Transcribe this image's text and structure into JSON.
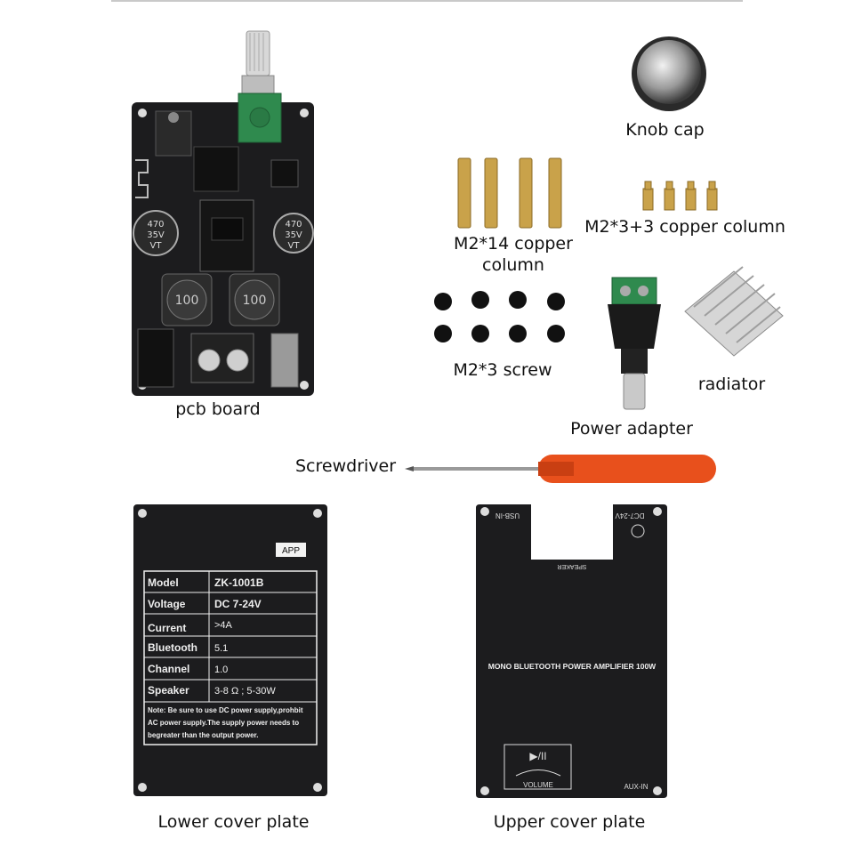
{
  "labels": {
    "pcb_board": "pcb board",
    "knob_cap": "Knob cap",
    "m2x14_line1": "M2*14 copper",
    "m2x14_line2": "column",
    "m2x3_copper": "M2*3+3 copper column",
    "m2x3_screw": "M2*3 screw",
    "radiator": "radiator",
    "power_adapter": "Power adapter",
    "screwdriver": "Screwdriver",
    "lower_cover": "Lower cover plate",
    "upper_cover": "Upper cover plate"
  },
  "pcb": {
    "cap_left": [
      "470",
      "35V",
      "VT"
    ],
    "cap_right": [
      "470",
      "35V",
      "VT"
    ],
    "inductor_left": "100",
    "inductor_right": "100"
  },
  "lower_plate": {
    "app_tag": "APP",
    "rows": [
      {
        "key": "Model",
        "value": "ZK-1001B"
      },
      {
        "key": "Voltage",
        "value": "DC 7-24V"
      },
      {
        "key": "Current",
        "value": ">4A"
      },
      {
        "key": "Bluetooth",
        "value": "5.1"
      },
      {
        "key": "Channel",
        "value": "1.0"
      },
      {
        "key": "Speaker",
        "value": "3-8 Ω ; 5-30W"
      }
    ],
    "note_line1": "Note: Be sure to use DC power supply,prohbit",
    "note_line2": "AC power supply.The supply power needs to",
    "note_line3": "begreater than the output power."
  },
  "upper_plate": {
    "usb_in": "USB-IN",
    "dc": "DC7-24V",
    "speaker": "SPEAKER",
    "title": "MONO BLUETOOTH POWER AMPLIFIER 100W",
    "volume": "VOLUME",
    "aux_in": "AUX-IN",
    "play_pause": "▶/II"
  },
  "colors": {
    "board": "#1c1c1e",
    "brass": "#c9a24a",
    "orange": "#e8501c",
    "green_terminal": "#2f8a4e"
  }
}
